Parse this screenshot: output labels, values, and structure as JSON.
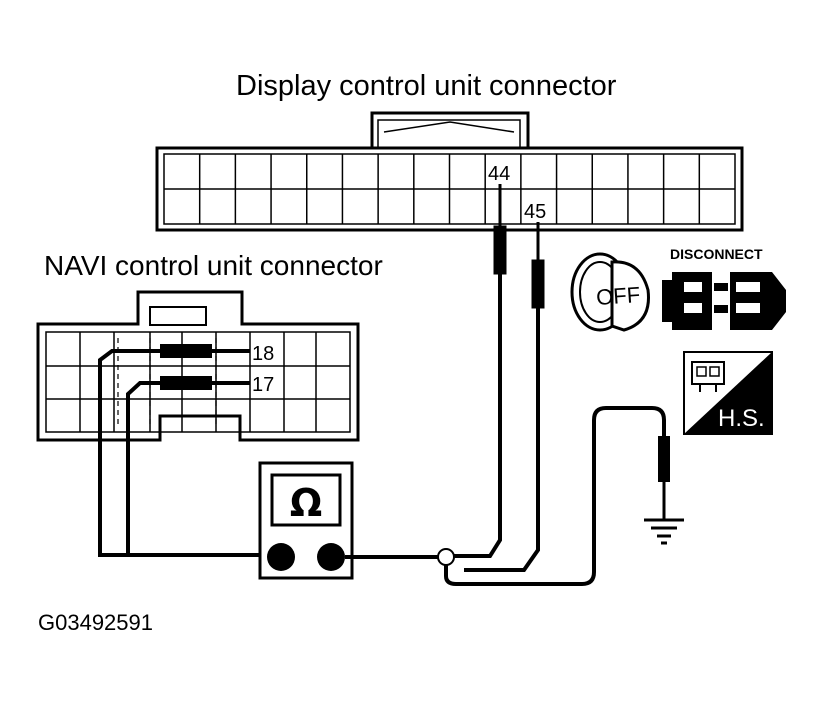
{
  "display_connector": {
    "title": "Display control unit connector",
    "pin_a": "44",
    "pin_b": "45"
  },
  "navi_connector": {
    "title": "NAVI control unit connector",
    "pin_a": "18",
    "pin_b": "17"
  },
  "ohmmeter": {
    "symbol": "Ω"
  },
  "ignition_key": {
    "label": "OFF",
    "icon": "ignition-key-off-icon"
  },
  "disconnect": {
    "label": "DISCONNECT",
    "icon": "connector-disconnect-icon"
  },
  "harness_side": {
    "label": "H.S.",
    "icon": "harness-side-icon"
  },
  "ground": {
    "icon": "ground-symbol-icon"
  },
  "figure": {
    "id": "G03492591"
  }
}
